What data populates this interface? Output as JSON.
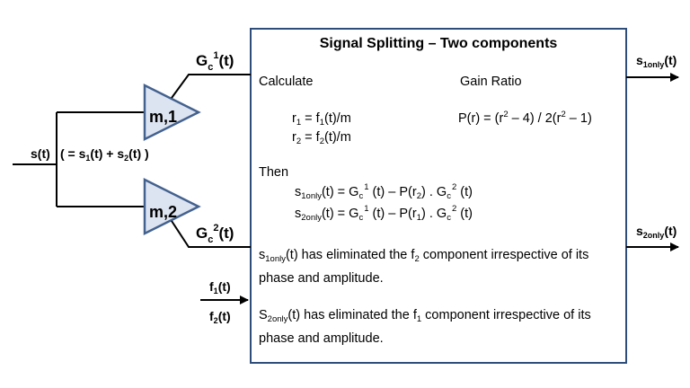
{
  "title": "Signal Splitting – Two components",
  "input": {
    "label": "s(t)",
    "sum": {
      "open": "( = s",
      "sub1": "1",
      "mid": "(t) + s",
      "sub2": "2",
      "close": "(t) )"
    }
  },
  "amp_top": {
    "label": "m,1"
  },
  "amp_bottom": {
    "label": "m,2"
  },
  "gain1": {
    "base": "G",
    "sub": "c",
    "sup": "1",
    "tail": "(t)"
  },
  "gain2": {
    "base": "G",
    "sub": "c",
    "sup": "2",
    "tail": "(t)"
  },
  "f1_input": {
    "base": "f",
    "sub": "1",
    "tail": "(t)"
  },
  "f2_input": {
    "base": "f",
    "sub": "2",
    "tail": "(t)"
  },
  "out1": {
    "base": "s",
    "sub": "1only",
    "tail": "(t)"
  },
  "out2": {
    "base": "s",
    "sub": "2only",
    "tail": "(t)"
  },
  "calculate_heading": "Calculate",
  "gain_ratio_heading": "Gain Ratio",
  "r1_eq": {
    "a": "r",
    "a_sub": "1",
    "b": " = f",
    "b_sub": "1",
    "c": "(t)/m"
  },
  "r2_eq": {
    "a": "r",
    "a_sub": "2",
    "b": " = f",
    "b_sub": "2",
    "c": "(t)/m"
  },
  "gain_ratio_eq": {
    "a": "P(r) = (r",
    "sup1": "2",
    "b": " – 4) / 2(r",
    "sup2": "2",
    "c": " – 1)"
  },
  "then_heading": "Then",
  "s1_eq": {
    "s": "s",
    "s_sub": "1only",
    "eq": "(t) = G",
    "g1_sub": "c",
    "g1_sup": "1",
    "mid": " (t) – P(r",
    "r_sub": "2",
    "dot": ") . G",
    "g2_sub": "c",
    "g2_sup": "2",
    "end": " (t)"
  },
  "s2_eq": {
    "s": "s",
    "s_sub": "2only",
    "eq": "(t) = G",
    "g1_sub": "c",
    "g1_sup": "1",
    "mid": " (t) – P(r",
    "r_sub": "1",
    "dot": ") . G",
    "g2_sub": "c",
    "g2_sup": "2",
    "end": " (t)"
  },
  "note1": {
    "s": "s",
    "s_sub": "1only",
    "text": "(t) has eliminated the f",
    "f_sub": "2",
    "rest": " component irrespective of its",
    "line2": "phase and amplitude."
  },
  "note2": {
    "s": "S",
    "s_sub": "2only",
    "text": "(t) has eliminated the f",
    "f_sub": "1",
    "rest": " component irrespective of its",
    "line2": "phase and amplitude."
  }
}
